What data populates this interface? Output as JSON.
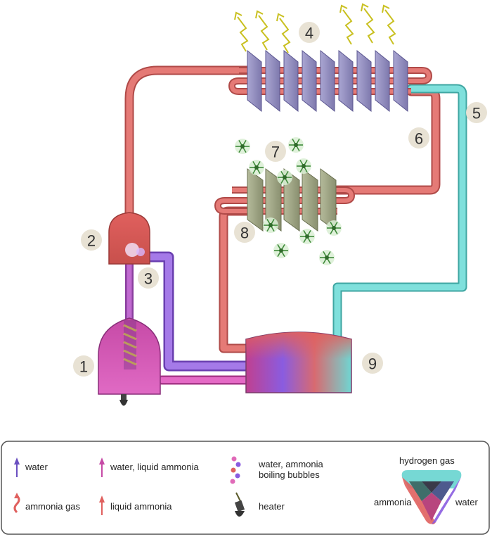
{
  "components": [
    {
      "number": "1"
    },
    {
      "number": "2"
    },
    {
      "number": "3"
    },
    {
      "number": "4"
    },
    {
      "number": "5"
    },
    {
      "number": "6"
    },
    {
      "number": "7"
    },
    {
      "number": "8"
    },
    {
      "number": "9"
    }
  ],
  "legend": {
    "water": "water",
    "water_liquid_ammonia": "water, liquid ammonia",
    "water_ammonia_bubbles_line1": "water, ammonia",
    "water_ammonia_bubbles_line2": "boiling bubbles",
    "ammonia_gas": "ammonia gas",
    "liquid_ammonia": "liquid ammonia",
    "heater": "heater",
    "venn_hydrogen": "hydrogen gas",
    "venn_ammonia": "ammonia",
    "venn_water": "water"
  },
  "colors": {
    "ammonia_gas": "#e0605e",
    "hydrogen": "#6fd6d2",
    "water": "#8a5ce0",
    "water_ammonia": "#d64fb8",
    "condenser": "#9b96c4",
    "evaporator": "#a7ad8e"
  },
  "icons": [
    "heat-wave-icon",
    "frost-icon",
    "heater-icon"
  ]
}
